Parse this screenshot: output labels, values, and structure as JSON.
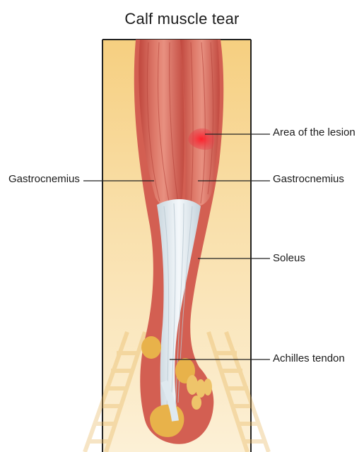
{
  "title": "Calf muscle tear",
  "labels": {
    "lesion": "Area of the lesion",
    "gastrocnemius_left": "Gastrocnemius",
    "gastrocnemius_right": "Gastrocnemius",
    "soleus": "Soleus",
    "achilles": "Achilles tendon"
  },
  "colors": {
    "background_top": "#f6d48c",
    "background_bottom": "#fbebc9",
    "muscle": "#d8685a",
    "muscle_light": "#eca092",
    "tendon": "#dfe9ef",
    "bone": "#e8b24a",
    "lesion": "#e8252f"
  }
}
